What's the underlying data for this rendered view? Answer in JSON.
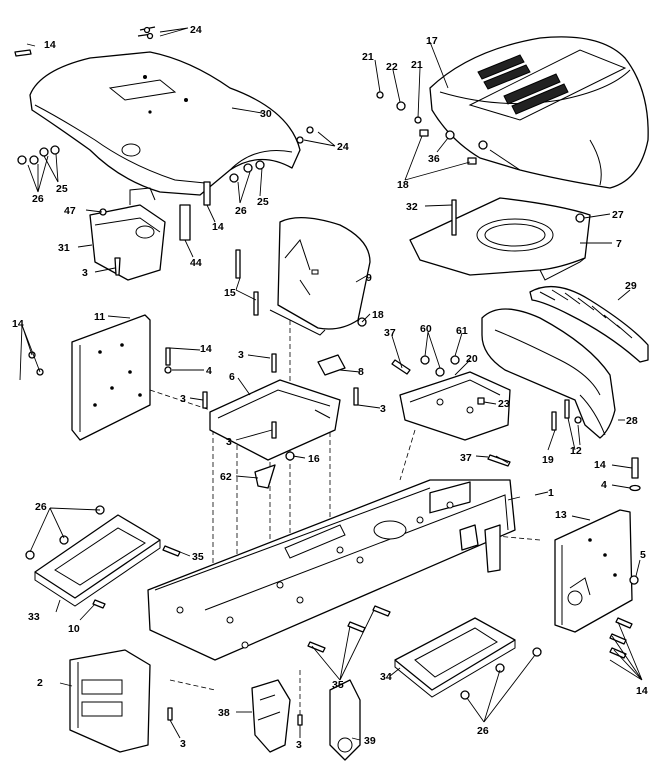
{
  "callouts": {
    "c1": "1",
    "c2": "2",
    "c3": "3",
    "c4": "4",
    "c5": "5",
    "c6": "6",
    "c7": "7",
    "c8": "8",
    "c9": "9",
    "c10": "10",
    "c11": "11",
    "c12": "12",
    "c13": "13",
    "c14": "14",
    "c15": "15",
    "c16": "16",
    "c17": "17",
    "c18": "18",
    "c19": "19",
    "c20": "20",
    "c21": "21",
    "c22": "22",
    "c23": "23",
    "c24": "24",
    "c25": "25",
    "c26": "26",
    "c27": "27",
    "c28": "28",
    "c29": "29",
    "c30": "30",
    "c31": "31",
    "c32": "32",
    "c33": "33",
    "c34": "34",
    "c35": "35",
    "c36": "36",
    "c37": "37",
    "c38": "38",
    "c39": "39",
    "c44": "44",
    "c47": "47",
    "c60": "60",
    "c61": "61",
    "c62": "62"
  }
}
